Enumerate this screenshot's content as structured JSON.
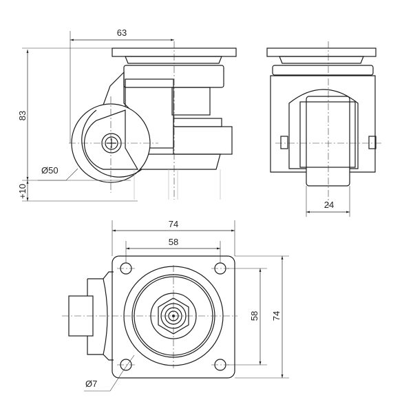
{
  "drawing": {
    "side_view": {
      "width_to_axis": "63",
      "height": "83",
      "wheel_diameter": "Ø50",
      "adjust_travel": "+10"
    },
    "front_view": {
      "wheel_width": "24"
    },
    "top_view": {
      "plate_width": "74",
      "hole_spacing_x": "58",
      "hole_spacing_y": "58",
      "plate_height": "74",
      "hole_diameter": "Ø7"
    }
  }
}
